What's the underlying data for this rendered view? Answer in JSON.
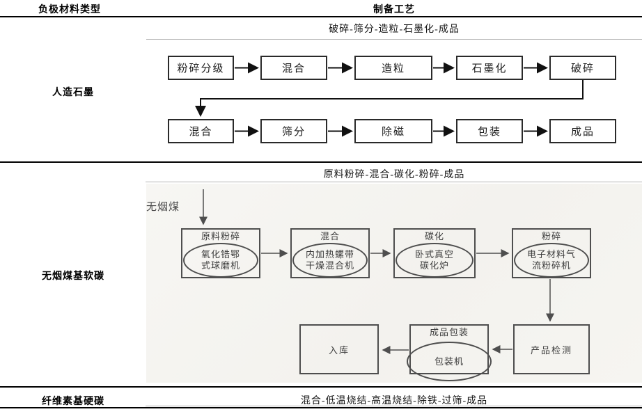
{
  "header": {
    "material_type": "负极材料类型",
    "process": "制备工艺"
  },
  "artificial_graphite": {
    "label": "人造石墨",
    "summary": "破碎-筛分-造粒-石墨化-成品",
    "row1": [
      "粉碎分级",
      "混合",
      "造粒",
      "石墨化",
      "破碎"
    ],
    "row2": [
      "混合",
      "筛分",
      "除磁",
      "包装",
      "成品"
    ]
  },
  "anthracite_soft_carbon": {
    "label": "无烟煤基软碳",
    "summary": "原料粉碎-混合-碳化-粉碎-成品",
    "raw_material": "无烟煤",
    "steps": [
      {
        "title": "原料粉碎",
        "machine_line1": "氧化锆鄂",
        "machine_line2": "式球磨机"
      },
      {
        "title": "混合",
        "machine_line1": "内加热螺带",
        "machine_line2": "干燥混合机"
      },
      {
        "title": "碳化",
        "machine_line1": "卧式真空",
        "machine_line2": "碳化炉"
      },
      {
        "title": "粉碎",
        "machine_line1": "电子材料气",
        "machine_line2": "流粉碎机"
      }
    ],
    "inspection": "产品检测",
    "packaging_title": "成品包装",
    "packaging_machine": "包装机",
    "warehouse": "入库"
  },
  "cellulose_hard_carbon": {
    "label": "纤维素基硬碳",
    "summary": "混合-低温烧结-高温烧结-除铁-过筛-成品"
  },
  "colors": {
    "divider": "#000000",
    "thin_rule": "#b3b3b3",
    "flow_box_border": "#2a2a2a",
    "scan_box_border": "#4e4e4e",
    "scan_background": "#f5f4f1"
  }
}
